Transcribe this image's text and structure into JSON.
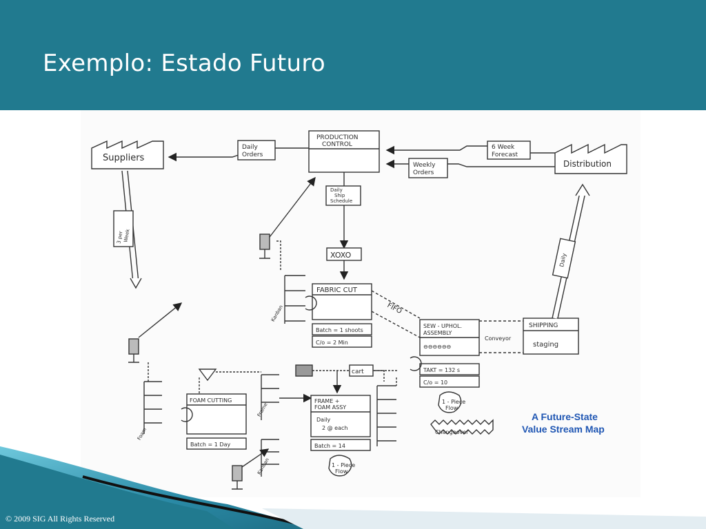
{
  "slide": {
    "title": "Exemplo: Estado Futuro",
    "footer": "© 2009 SIG  All Rights Reserved"
  },
  "diagram": {
    "legend_line1": "A Future-State",
    "legend_line2": "Value Stream Map",
    "suppliers": "Suppliers",
    "distribution": "Distribution",
    "production_control_line1": "PRODUCTION",
    "production_control_line2": "CONTROL",
    "daily_orders_line1": "Daily",
    "daily_orders_line2": "Orders",
    "weekly_orders_line1": "Weekly",
    "weekly_orders_line2": "Orders",
    "forecast_line1": "6 Week",
    "forecast_line2": "Forecast",
    "daily_ship_line1": "Daily",
    "daily_ship_line2": "Ship",
    "daily_ship_line3": "Schedule",
    "xoxo": "XOXO",
    "fabric_cut": "FABRIC CUT",
    "batch_fabric": "Batch = 1 shoots",
    "co_fabric": "C/o = 2 Min",
    "fifo": "FIFO",
    "sew_line1": "SEW - UPHOL.",
    "sew_line2": "ASSEMBLY",
    "takt": "TAKT = 132 s",
    "co_sew": "C/o = 10",
    "one_piece_flow_line1": "1 - Piece",
    "one_piece_flow_line2": "Flow",
    "changeover": "Changeover",
    "conveyor": "Conveyor",
    "shipping": "SHIPPING",
    "staging": "staging",
    "daily_truck": "Daily",
    "foam_cutting": "FOAM CUTTING",
    "batch_foam": "Batch = 1 Day",
    "frame_line1": "FRAME +",
    "frame_line2": "FOAM ASSY",
    "frame_detail_line1": "Daily",
    "frame_detail_line2": "2 @ each",
    "batch_frame": "Batch = 14",
    "frame_flow_line1": "1 - Piece",
    "frame_flow_line2": "Flow",
    "cart": "cart",
    "supplier_truck_line1": "3 per",
    "supplier_truck_line2": "Week",
    "kanban_post_fabric": "Kanban",
    "kanban_post_foam": "Foam",
    "kanban_post_frame": "Frame",
    "kanban_post_small": "Kanban"
  }
}
